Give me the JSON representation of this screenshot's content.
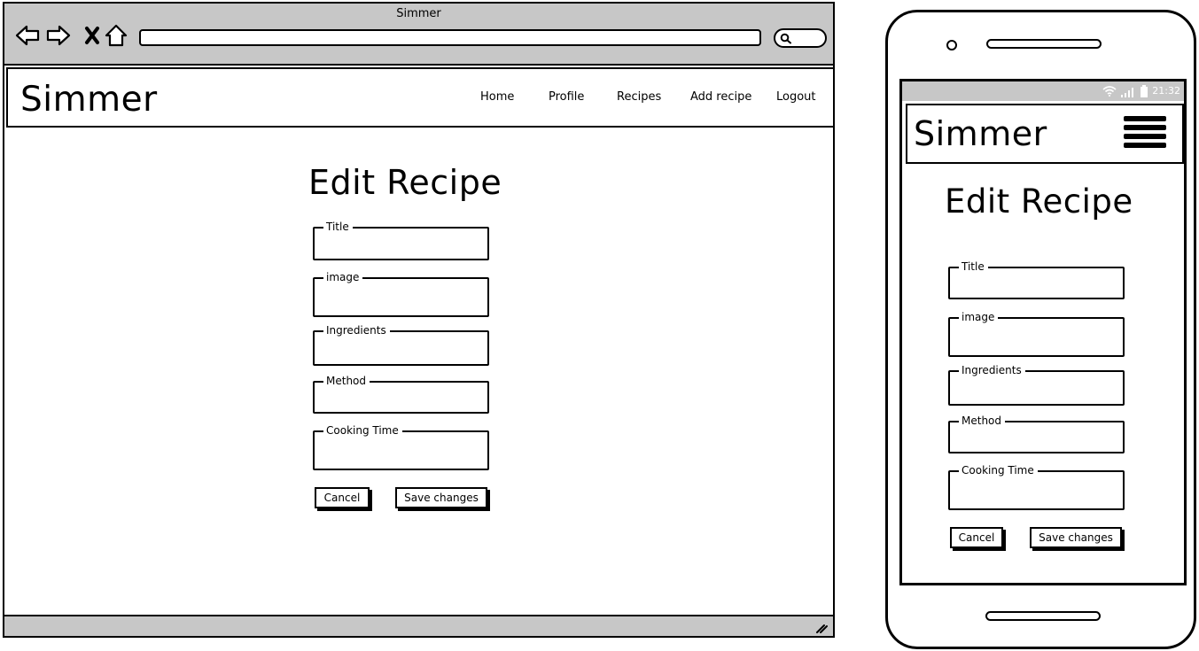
{
  "browser": {
    "window_title": "Simmer",
    "nav_icons": [
      "back-arrow-icon",
      "forward-arrow-icon",
      "close-x-icon",
      "home-icon"
    ],
    "search_icon": "magnifier-icon"
  },
  "site": {
    "logo": "Simmer",
    "nav": [
      "Home",
      "Profile",
      "Recipes",
      "Add recipe",
      "Logout"
    ]
  },
  "form": {
    "title": "Edit Recipe",
    "fields": [
      {
        "label": "Title",
        "value": ""
      },
      {
        "label": "image",
        "value": ""
      },
      {
        "label": "Ingredients",
        "value": ""
      },
      {
        "label": "Method",
        "value": ""
      },
      {
        "label": "Cooking Time",
        "value": ""
      }
    ],
    "cancel_label": "Cancel",
    "save_label": "Save changes"
  },
  "mobile": {
    "status_time": "21:32",
    "logo": "Simmer",
    "menu_icon": "hamburger-menu-icon"
  },
  "colors": {
    "chrome_gray": "#c7c7c7",
    "ink": "#000000",
    "paper": "#ffffff"
  }
}
